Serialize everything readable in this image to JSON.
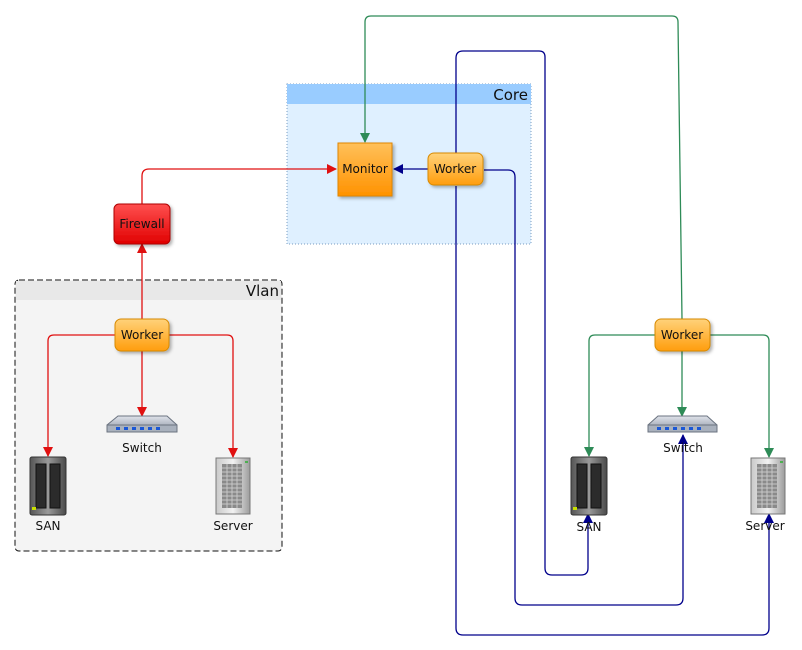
{
  "groups": {
    "core": {
      "label": "Core"
    },
    "vlan": {
      "label": "Vlan"
    }
  },
  "nodes": {
    "monitor": {
      "label": "Monitor"
    },
    "firewall": {
      "label": "Firewall"
    },
    "core_worker": {
      "label": "Worker"
    },
    "vlan_worker": {
      "label": "Worker"
    },
    "right_worker": {
      "label": "Worker"
    },
    "vlan_switch": {
      "label": "Switch"
    },
    "vlan_san": {
      "label": "SAN"
    },
    "vlan_server": {
      "label": "Server"
    },
    "right_switch": {
      "label": "Switch"
    },
    "right_san": {
      "label": "SAN"
    },
    "right_server": {
      "label": "Server"
    }
  },
  "colors": {
    "red_edge": "#e01010",
    "green_edge": "#2e8b57",
    "blue_edge": "#00008b",
    "worker_fill": "#ffad2e",
    "monitor_fill": "#ff9c1a",
    "firewall_fill": "#ee1010",
    "core_fill": "#dff0ff",
    "core_header": "#99ccff",
    "vlan_fill": "#f4f4f4",
    "vlan_header": "#e8e8e8"
  }
}
